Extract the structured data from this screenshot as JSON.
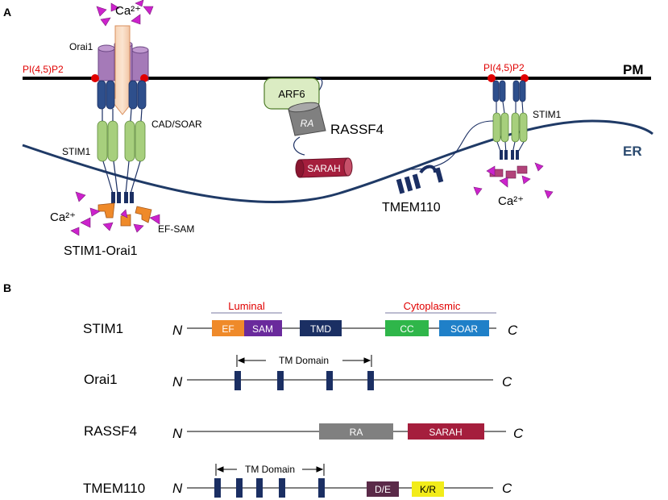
{
  "panel_a": {
    "label": "A",
    "pm": "PM",
    "er": "ER",
    "ca_top": "Ca²⁺",
    "orai1": "Orai1",
    "pip2_left": "PI(4,5)P2",
    "pip2_right": "PI(4,5)P2",
    "cad_soar": "CAD/SOAR",
    "stim1_left": "STIM1",
    "ca_left": "Ca²⁺",
    "ef_sam": "EF-SAM",
    "stim1_orai1": "STIM1-Orai1",
    "arf6": "ARF6",
    "ra": "RA",
    "rassf4": "RASSF4",
    "sarah": "SARAH",
    "tmem110": "TMEM110",
    "stim1_right": "STIM1",
    "ca_right": "Ca²⁺"
  },
  "panel_b": {
    "label": "B",
    "stim1": {
      "name": "STIM1",
      "n": "N",
      "c": "C",
      "luminal": "Luminal",
      "cytoplasmic": "Cytoplasmic",
      "ef": "EF",
      "sam": "SAM",
      "tmd": "TMD",
      "cc": "CC",
      "soar": "SOAR"
    },
    "orai1": {
      "name": "Orai1",
      "n": "N",
      "c": "C",
      "tm_domain": "TM Domain"
    },
    "rassf4": {
      "name": "RASSF4",
      "n": "N",
      "c": "C",
      "ra": "RA",
      "sarah": "SARAH"
    },
    "tmem110": {
      "name": "TMEM110",
      "n": "N",
      "c": "C",
      "tm_domain": "TM Domain",
      "de": "D/E",
      "kr": "K/R"
    }
  },
  "colors": {
    "membrane": "#000000",
    "er_membrane": "#1f3a66",
    "stim_blue": "#2e4f8c",
    "stim_green": "#a7cf7d",
    "orai_purple": "#a57ab8",
    "pip2_red": "#e00000",
    "calcium": "#cc22cc",
    "ef_orange": "#ef8a2a",
    "sam_purple": "#6a2a9c",
    "tmd_navy": "#1b2f63",
    "cc_green": "#2fb64a",
    "soar_blue": "#1f80c8",
    "ra_gray": "#808080",
    "sarah_red": "#a51e3d",
    "de_plum": "#5a2a48",
    "kr_yellow": "#f2ec1a",
    "label_red": "#e00000"
  }
}
